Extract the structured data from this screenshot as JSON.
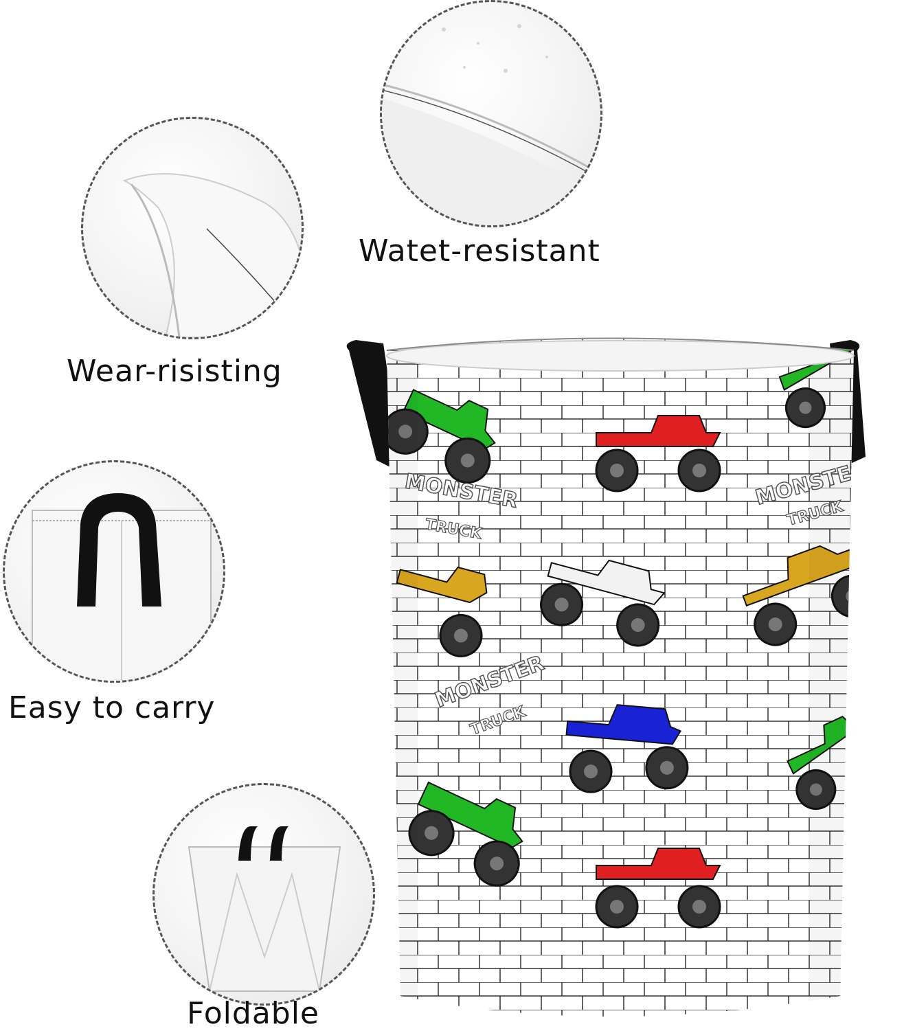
{
  "features": [
    {
      "id": "water",
      "label": "Watet-resistant"
    },
    {
      "id": "wear",
      "label": "Wear-risisting"
    },
    {
      "id": "carry",
      "label": "Easy to carry"
    },
    {
      "id": "fold",
      "label": "Foldable"
    }
  ],
  "basket": {
    "pattern_text_1": "MONSTER",
    "pattern_text_2": "TRUCK",
    "truck_colors": [
      "#22b825",
      "#e02020",
      "#f2f2f2",
      "#d9a620",
      "#1a22d6"
    ],
    "handle_color": "#111111"
  }
}
